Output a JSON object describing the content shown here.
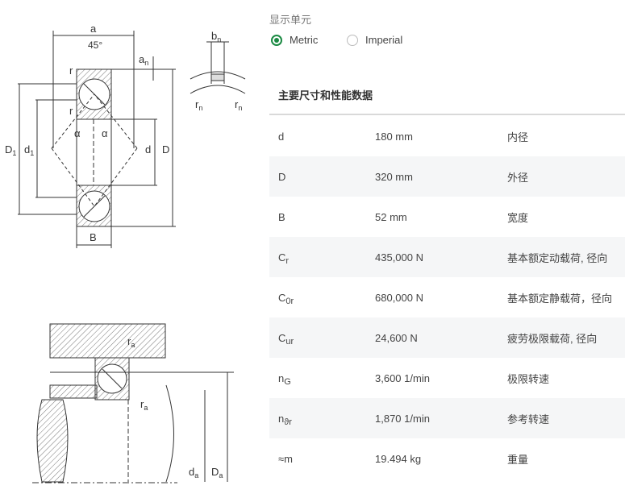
{
  "unit_selector": {
    "label": "显示单元",
    "options": [
      {
        "label": "Metric",
        "selected": true
      },
      {
        "label": "Imperial",
        "selected": false
      }
    ],
    "accent_color": "#1b8a43"
  },
  "table": {
    "title": "主要尺寸和性能数据",
    "rows": [
      {
        "symbol": "d",
        "sub": "",
        "value": "180 mm",
        "desc": "内径"
      },
      {
        "symbol": "D",
        "sub": "",
        "value": "320 mm",
        "desc": "外径"
      },
      {
        "symbol": "B",
        "sub": "",
        "value": "52 mm",
        "desc": "宽度"
      },
      {
        "symbol": "C",
        "sub": "r",
        "value": "435,000 N",
        "desc": "基本额定动载荷, 径向"
      },
      {
        "symbol": "C",
        "sub": "0r",
        "value": "680,000 N",
        "desc": "基本额定静载荷，径向"
      },
      {
        "symbol": "C",
        "sub": "ur",
        "value": "24,600 N",
        "desc": "疲劳极限载荷, 径向"
      },
      {
        "symbol": "n",
        "sub": "G",
        "value": "3,600 1/min",
        "desc": "极限转速"
      },
      {
        "symbol": "n",
        "sub": "ϑr",
        "value": "1,870 1/min",
        "desc": "参考转速"
      },
      {
        "symbol": "≈m",
        "sub": "",
        "value": "19.494 kg",
        "desc": "重量"
      }
    ]
  },
  "drawing_labels": {
    "a": "a",
    "angle": "45°",
    "an": "a",
    "an_sub": "n",
    "r": "r",
    "D1": "D",
    "D1_sub": "1",
    "d1": "d",
    "d1_sub": "1",
    "alpha": "α",
    "d": "d",
    "D": "D",
    "B": "B",
    "bn": "b",
    "bn_sub": "n",
    "rn": "r",
    "rn_sub": "n",
    "ra": "r",
    "ra_sub": "a",
    "da": "d",
    "da_sub": "a",
    "Da": "D",
    "Da_sub": "a"
  }
}
